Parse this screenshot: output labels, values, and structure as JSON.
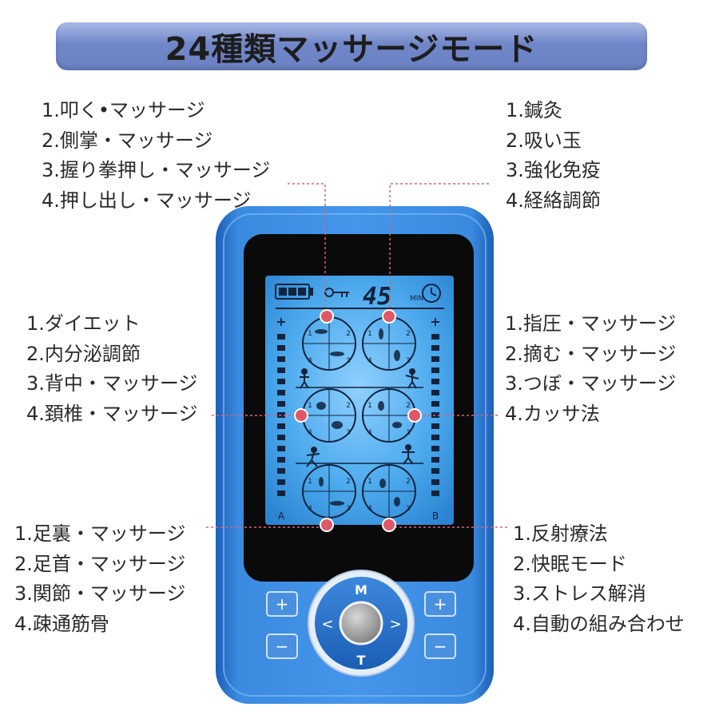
{
  "banner": {
    "title": "24種類マッサージモード"
  },
  "groups": {
    "top_left": [
      "1.叩く•マッサージ",
      "2.側掌・マッサージ",
      "3.握り拳押し・マッサージ",
      "4.押し出し・マッサージ"
    ],
    "top_right": [
      "1.鍼灸",
      "2.吸い玉",
      "3.強化免疫",
      "4.経絡調節"
    ],
    "mid_left": [
      "1.ダイエット",
      "2.内分泌調節",
      "3.背中・マッサージ",
      "4.頚椎・マッサージ"
    ],
    "mid_right": [
      "1.指圧・マッサージ",
      "2.摘む・マッサージ",
      "3.つぼ・マッサージ",
      "4.カッサ法"
    ],
    "bot_left": [
      "1.足裏・マッサージ",
      "2.足首・マッサージ",
      "3.関節・マッサージ",
      "4.疎通筋骨"
    ],
    "bot_right": [
      "1.反射療法",
      "2.快眠モード",
      "3.ストレス解消",
      "4.自動の組み合わせ"
    ]
  },
  "device": {
    "timer_display": "45",
    "timer_unit": "MIN",
    "channel_a": "A",
    "channel_b": "B",
    "plus_symbol": "+",
    "minus_symbol": "−",
    "nav": {
      "up": "M",
      "down": "T",
      "left": "<",
      "right": ">"
    },
    "mode_numbers": [
      "1",
      "2",
      "3",
      "4"
    ]
  },
  "colors": {
    "device_blue": "#2f7fd8",
    "screen_blue": "#4aa8ec",
    "marker_red": "#e06070",
    "banner_blue": "#6f86c8"
  }
}
